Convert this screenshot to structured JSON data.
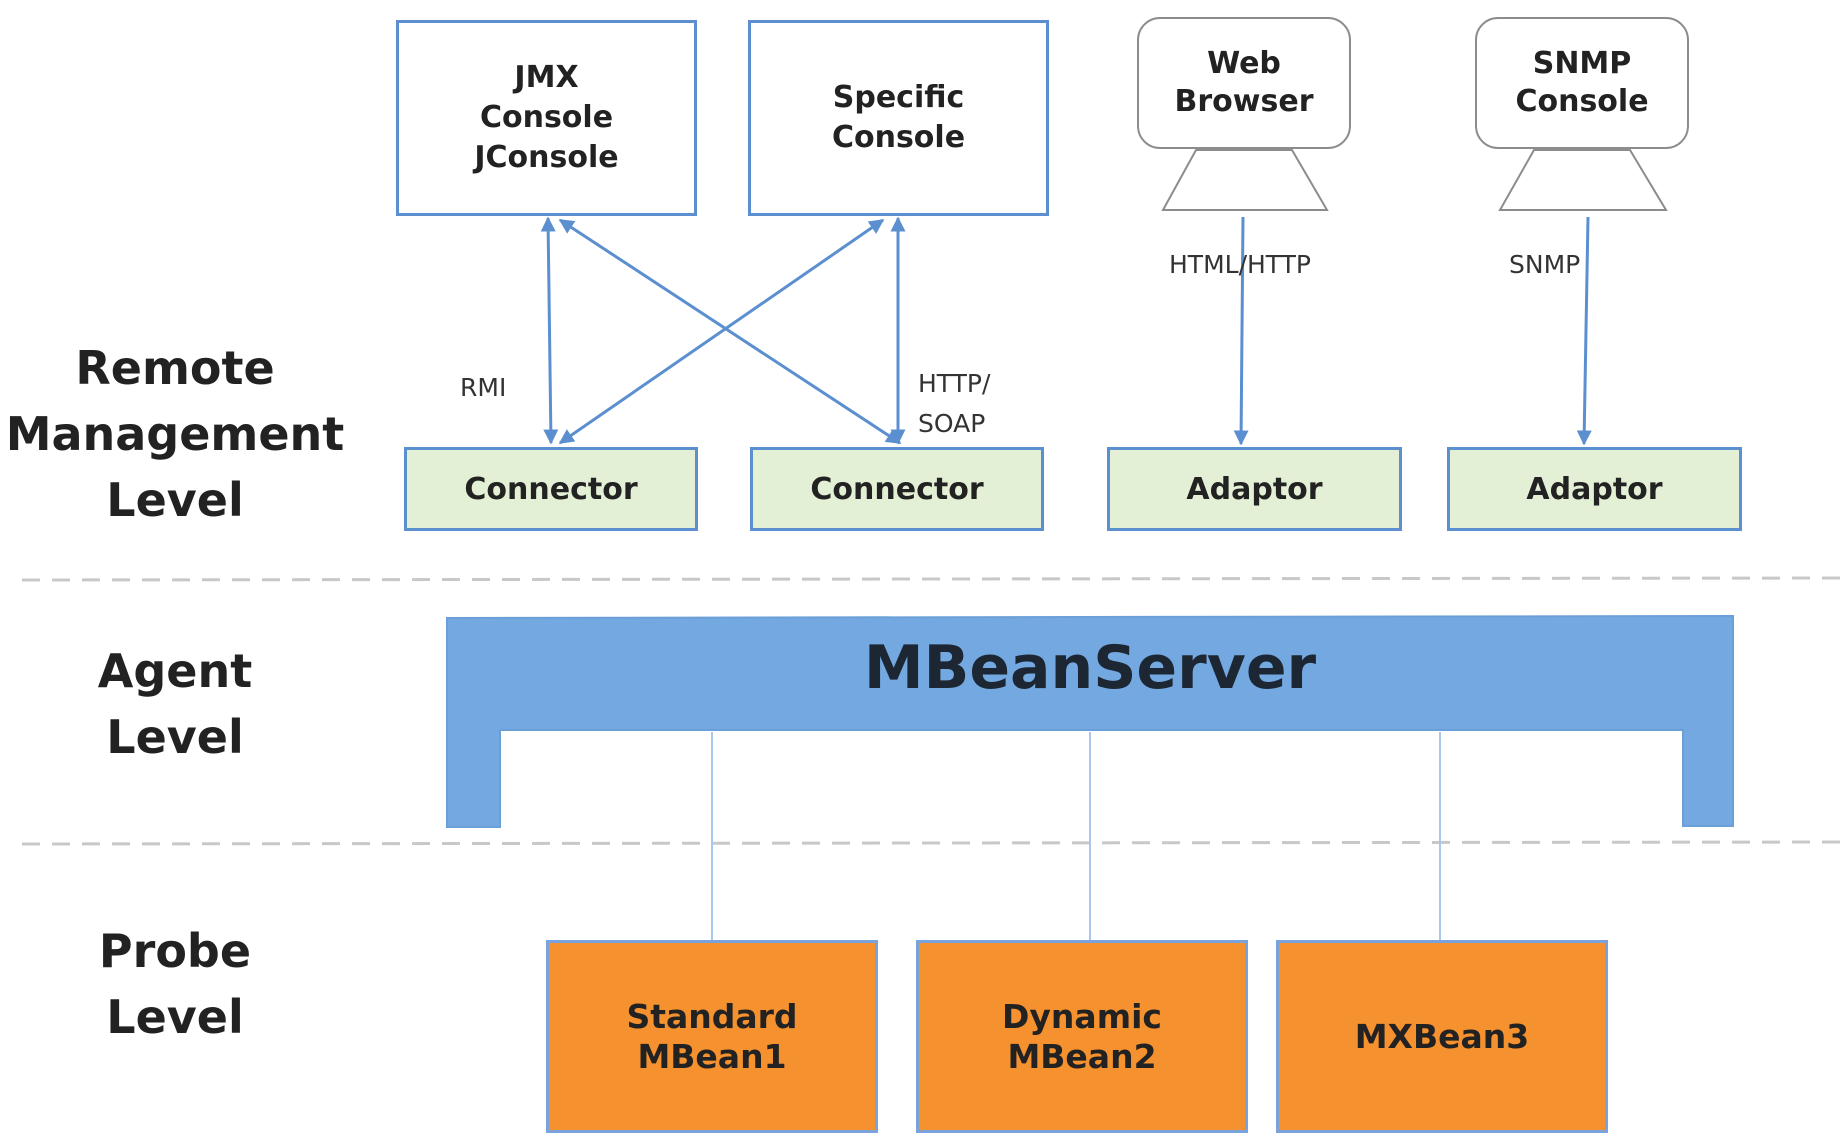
{
  "levels": {
    "remote": "Remote\nManagement\nLevel",
    "agent": "Agent\nLevel",
    "probe": "Probe\nLevel"
  },
  "clients": {
    "jmx_console": "JMX\nConsole\nJConsole",
    "specific_console": "Specific\nConsole",
    "web_browser": "Web\nBrowser",
    "snmp_console": "SNMP\nConsole"
  },
  "protocols": {
    "rmi": "RMI",
    "http_soap": "HTTP/\nSOAP",
    "html_http": "HTML/HTTP",
    "snmp": "SNMP"
  },
  "agents": {
    "connector_1": "Connector",
    "connector_2": "Connector",
    "adaptor_1": "Adaptor",
    "adaptor_2": "Adaptor"
  },
  "server": {
    "title": "MBeanServer"
  },
  "mbeans": {
    "standard": "Standard\nMBean1",
    "dynamic": "Dynamic\nMBean2",
    "mx": "MXBean3"
  },
  "colors": {
    "accent_blue": "#5b8fd0",
    "server_blue": "#74a8e0",
    "connector_green": "#e3f0d6",
    "mbean_orange": "#f5922f",
    "divider_gray": "#c8c8c8"
  }
}
